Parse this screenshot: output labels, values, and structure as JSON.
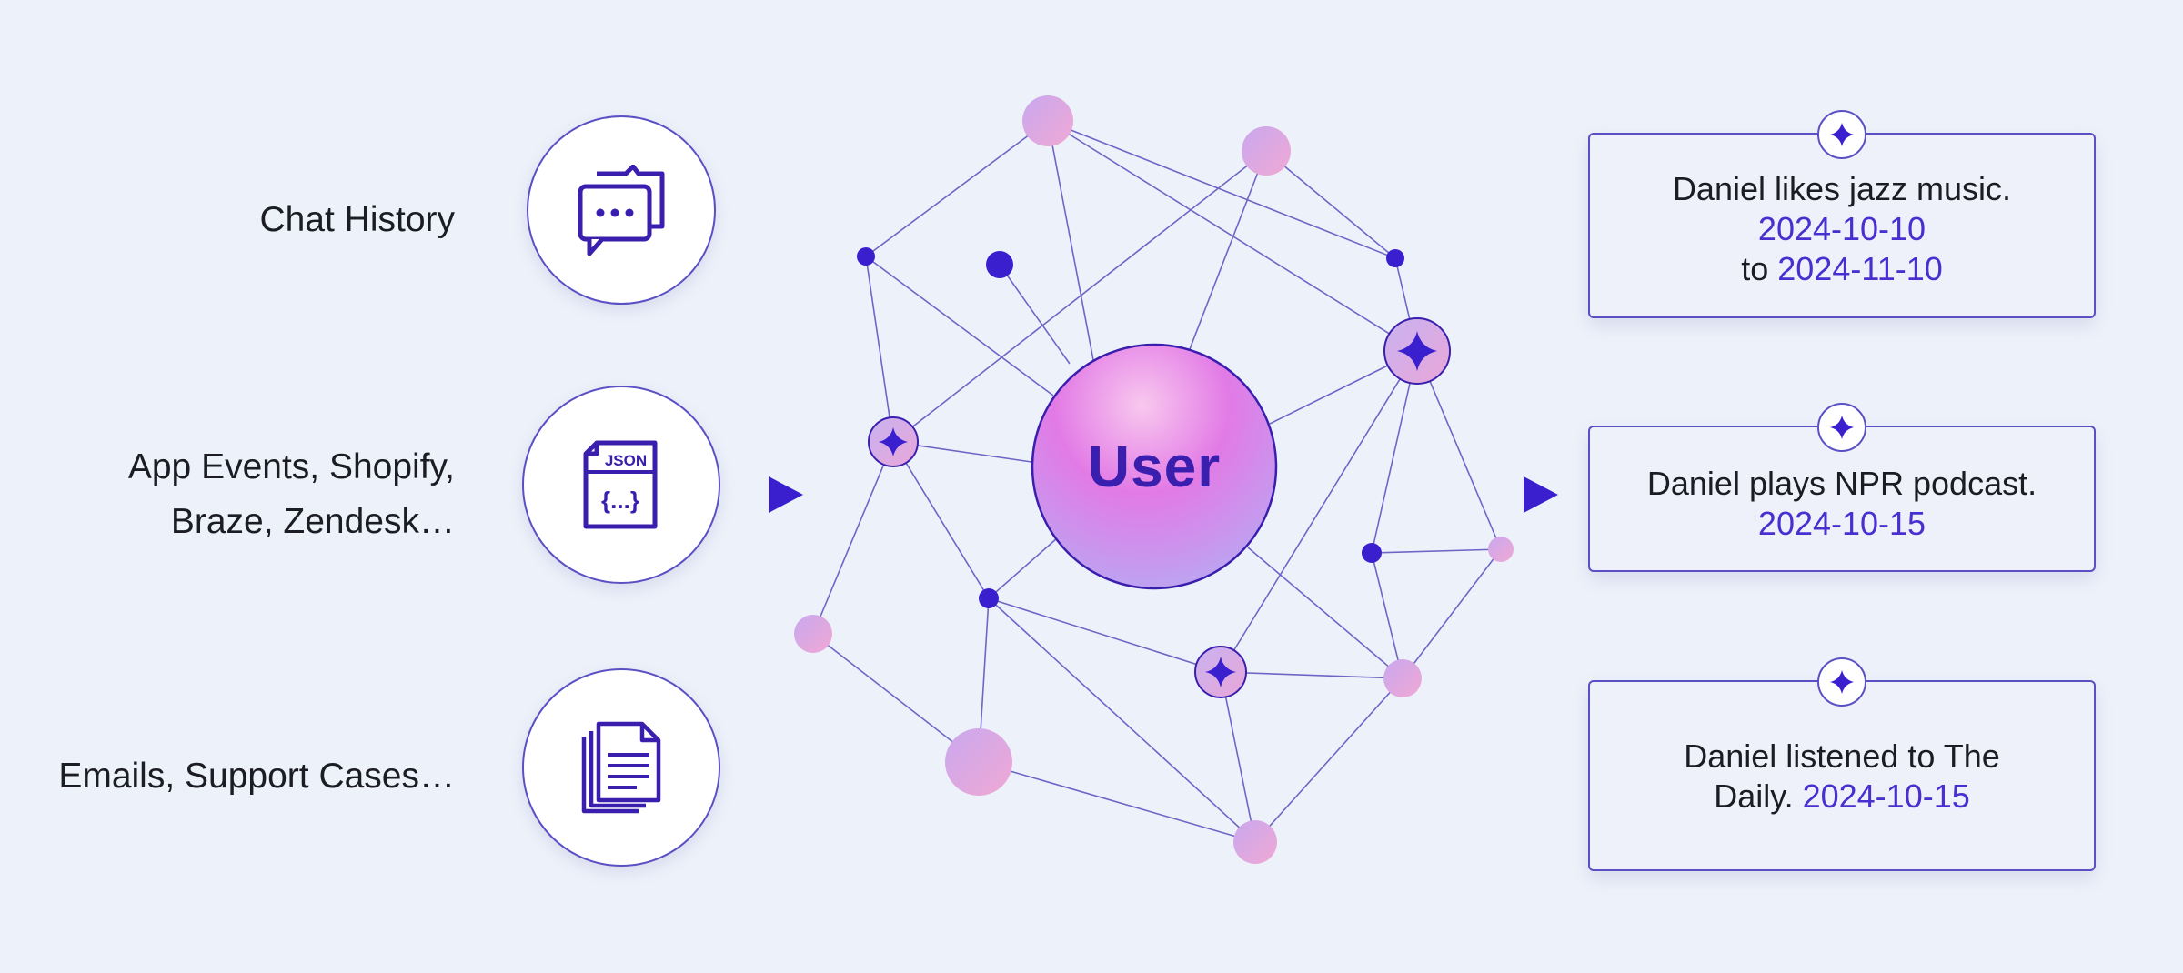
{
  "sources": [
    {
      "label_lines": [
        "Chat History"
      ],
      "icon": "chat-bubbles-icon"
    },
    {
      "label_lines": [
        "App Events, Shopify,",
        "Braze, Zendesk…"
      ],
      "icon": "json-file-icon"
    },
    {
      "label_lines": [
        "Emails, Support Cases…"
      ],
      "icon": "documents-stack-icon"
    }
  ],
  "graph": {
    "center_label": "User",
    "node_icon": "sparkle-icon"
  },
  "facts": [
    {
      "lines": [
        [
          {
            "text": "Daniel likes jazz music."
          }
        ],
        [
          {
            "text": "2024-10-10",
            "date": true
          }
        ],
        [
          {
            "text": "to "
          },
          {
            "text": "2024-11-10",
            "date": true
          }
        ]
      ],
      "icon": "sparkle-icon"
    },
    {
      "lines": [
        [
          {
            "text": "Daniel plays NPR podcast."
          }
        ],
        [
          {
            "text": "2024-10-15",
            "date": true
          }
        ]
      ],
      "icon": "sparkle-icon"
    },
    {
      "lines": [
        [
          {
            "text": "Daniel listened to The"
          }
        ],
        [
          {
            "text": "Daily. "
          },
          {
            "text": "2024-10-15",
            "date": true
          }
        ]
      ],
      "icon": "sparkle-icon"
    }
  ],
  "colors": {
    "accent": "#3a1fae",
    "date": "#4a2fd0",
    "line": "#6e66c6",
    "bubble_pink": "#e6a6d8",
    "bubble_lavender": "#c4aaf0"
  }
}
